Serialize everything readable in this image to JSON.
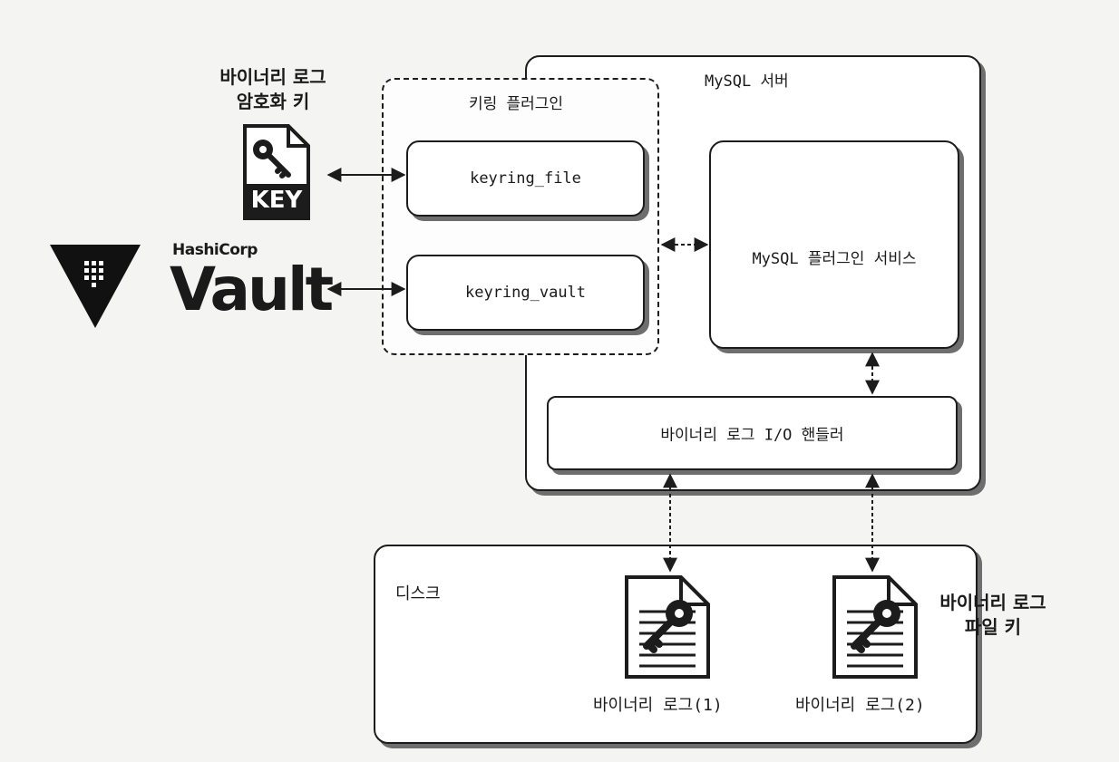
{
  "mysql_server": {
    "label": "MySQL 서버"
  },
  "keyring_plugin": {
    "label": "키링 플러그인"
  },
  "keyring_file": {
    "label": "keyring_file"
  },
  "keyring_vault": {
    "label": "keyring_vault"
  },
  "plugin_service": {
    "label": "MySQL 플러그인 서비스"
  },
  "io_handler": {
    "label": "바이너리 로그 I/O 핸들러"
  },
  "disk": {
    "label": "디스크"
  },
  "binlog_key": {
    "line1": "바이너리 로그",
    "line2": "암호화 키",
    "icon_text": "KEY"
  },
  "vault": {
    "brand": "HashiCorp",
    "name": "Vault"
  },
  "file_key": {
    "line1": "바이너리 로그",
    "line2": "파일 키"
  },
  "files": [
    {
      "label": "바이너리 로그(1)"
    },
    {
      "label": "바이너리 로그(2)"
    }
  ],
  "colors": {
    "line": "#1c1c1c",
    "shadow": "#6e6e6e",
    "background": "#f4f4f2"
  }
}
